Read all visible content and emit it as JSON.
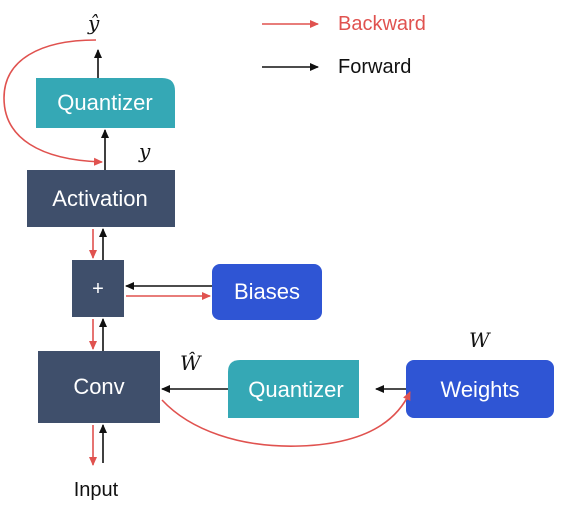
{
  "legend": {
    "backward_label": "Backward",
    "forward_label": "Forward",
    "backward_color": "#e0524f",
    "forward_color": "#111111"
  },
  "nodes": {
    "quantizer_top": "Quantizer",
    "activation": "Activation",
    "add": "+",
    "biases": "Biases",
    "conv": "Conv",
    "quantizer_weights": "Quantizer",
    "weights": "Weights",
    "input": "Input"
  },
  "symbols": {
    "y_hat": "ŷ",
    "y": "y",
    "w_hat": "Ŵ",
    "w": "W"
  },
  "colors": {
    "dark_navy": "#3f4f6b",
    "teal": "#35a8b5",
    "blue": "#2f55d4",
    "red": "#e0524f",
    "black": "#111111"
  }
}
